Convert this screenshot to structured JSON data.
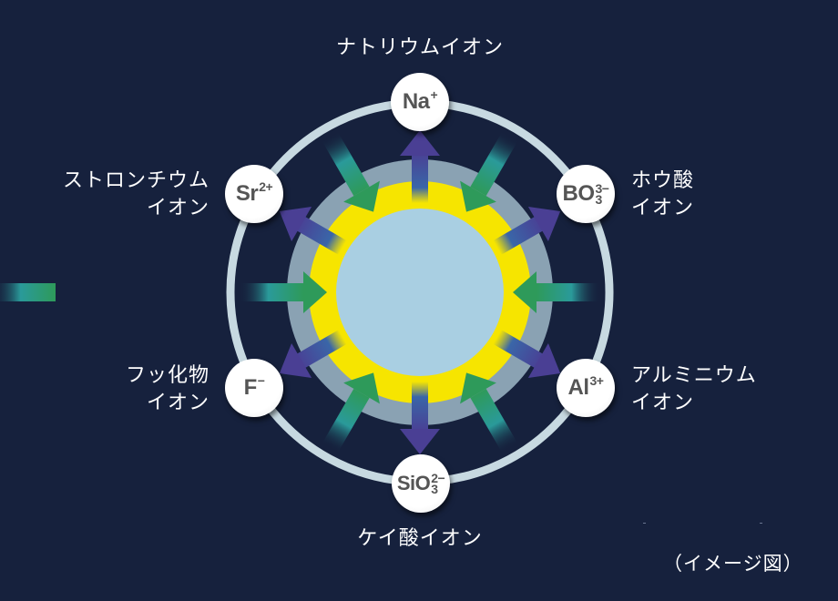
{
  "diagram": {
    "type": "ion-release-diagram",
    "center_particle": {
      "core_color": "#a9cfe2",
      "shell_color": "#f6e500",
      "halo_color": "#8aa2b3"
    },
    "orbit_ring_color": "#c7d9e1",
    "background_color": "#16213d",
    "arrow_colors": {
      "outward_start": "#f6e500",
      "outward_mid": "#3a66a8",
      "outward_end": "#4a3f94",
      "inward_start": "#16213d",
      "inward_mid": "#2a9a9a",
      "inward_end": "#2e9a5a"
    },
    "ions": [
      {
        "id": "na",
        "symbol": "Na",
        "charge": "+",
        "subscript": "",
        "label_lines": [
          "ナトリウムイオン"
        ]
      },
      {
        "id": "bo3",
        "symbol": "BO",
        "charge": "3−",
        "subscript": "3",
        "label_lines": [
          "ホウ酸",
          "イオン"
        ]
      },
      {
        "id": "al",
        "symbol": "Al",
        "charge": "3+",
        "subscript": "",
        "label_lines": [
          "アルミニウム",
          "イオン"
        ]
      },
      {
        "id": "sio3",
        "symbol": "SiO",
        "charge": "2−",
        "subscript": "3",
        "label_lines": [
          "ケイ酸イオン"
        ]
      },
      {
        "id": "f",
        "symbol": "F",
        "charge": "−",
        "subscript": "",
        "label_lines": [
          "フッ化物",
          "イオン"
        ]
      },
      {
        "id": "sr",
        "symbol": "Sr",
        "charge": "2+",
        "subscript": "",
        "label_lines": [
          "ストロンチウム",
          "イオン"
        ]
      }
    ],
    "outward_arrow_count": 6,
    "inward_arrow_count": 6
  },
  "caption": "（イメージ図）"
}
